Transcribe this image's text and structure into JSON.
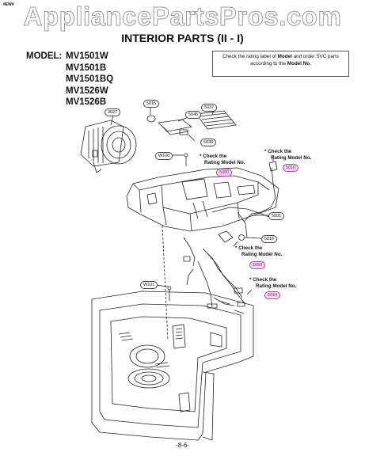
{
  "header": {
    "corner_mark": "#EW#",
    "watermark": "AppliancePartsPros.com",
    "title": "INTERIOR PARTS (II - I)"
  },
  "models": {
    "label": "MODEL:",
    "items": [
      "MV1501W",
      "MV1501B",
      "MV1501BQ",
      "MV1526W",
      "MV1526B"
    ]
  },
  "notice": {
    "pre": "Check the rating label of ",
    "bold1": "Model",
    "mid": " and order SVC parts according to the ",
    "bold2": "Model No.",
    "post": ""
  },
  "callouts": {
    "c3027": "3027",
    "c5015": "5015",
    "c5045": "5045",
    "c5037": "5037",
    "c5038": "5038",
    "w100": "W100",
    "c5080": "5080",
    "c5010": "5010",
    "c5001": "5001",
    "c5016": "5016",
    "c5050": "5050",
    "w101": "W101",
    "c5014": "5014"
  },
  "check_notes": {
    "n1_line1": "* Check the",
    "n1_line2": "Rating Model No.",
    "n2_line1": "* Check the",
    "n2_line2": "Rating Model No.",
    "n3_line1": "* Check the",
    "n3_line2": "Rating Model No.",
    "n4_line1": "* Check the",
    "n4_line2": "Rating Model No."
  },
  "footer": {
    "page_number": "-8-6-"
  },
  "colors": {
    "ink": "#111111",
    "watermark_outline": "#9a9a9a",
    "pink_label_fill": "#fbd7ef",
    "pink_label_border": "#b5449a"
  }
}
